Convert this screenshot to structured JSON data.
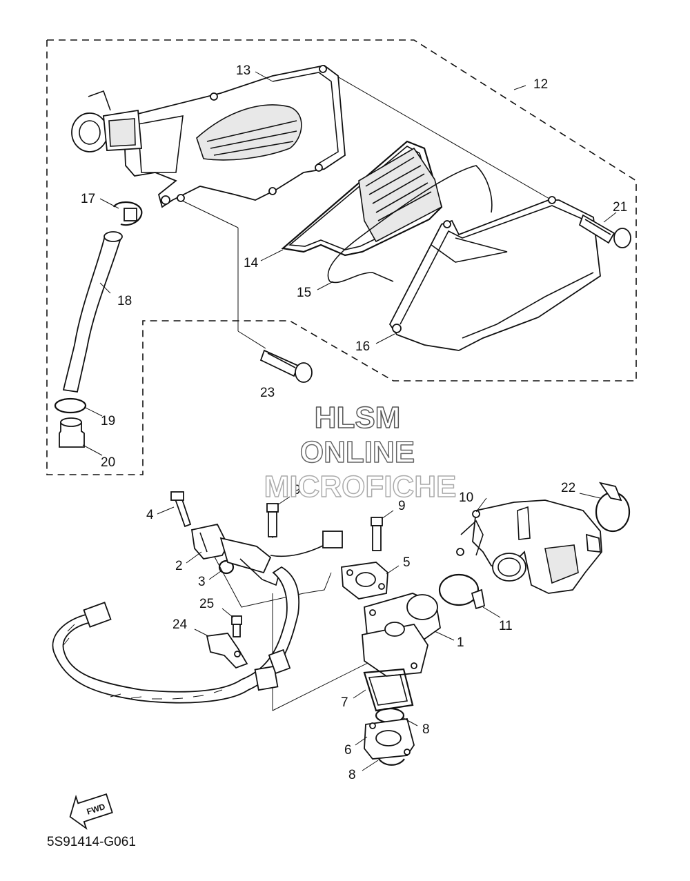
{
  "diagram_code": "5S91414-G061",
  "watermark": {
    "line1": "HLSM",
    "line2": "ONLINE",
    "line3": "MICROFICHE"
  },
  "fwd_label": "FWD",
  "callouts": {
    "c1": "1",
    "c2": "2",
    "c3": "3",
    "c4": "4",
    "c5": "5",
    "c6": "6",
    "c7": "7",
    "c8a": "8",
    "c8b": "8",
    "c9a": "9",
    "c9b": "9",
    "c10": "10",
    "c11": "11",
    "c12": "12",
    "c13": "13",
    "c14": "14",
    "c15": "15",
    "c16": "16",
    "c17": "17",
    "c18": "18",
    "c19": "19",
    "c20": "20",
    "c21": "21",
    "c22": "22",
    "c23": "23",
    "c24": "24",
    "c25": "25"
  }
}
